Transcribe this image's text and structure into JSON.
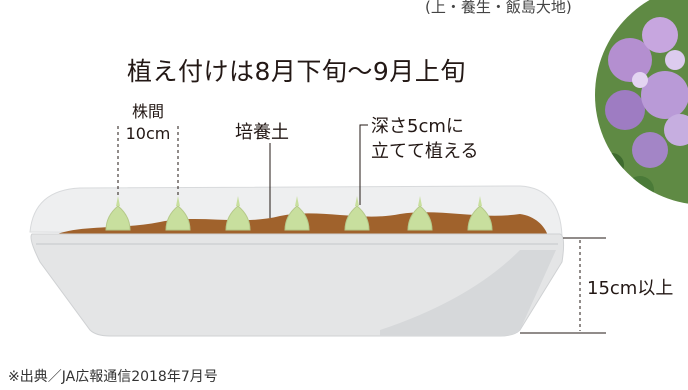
{
  "caption_clipped": "(上・養生・飯島大地)",
  "title": "植え付けは8月下旬～9月上旬",
  "labels": {
    "spacing_line1": "株間",
    "spacing_line2": "10cm",
    "soil": "培養土",
    "depth_line1": "深さ5cmに",
    "depth_line2": "立てて植える",
    "height": "15cm以上"
  },
  "source": "※出典／JA広報通信2018年7月号",
  "colors": {
    "planter": "#e4e5e6",
    "planter_shade": "#d3d5d7",
    "soil": "#a0622c",
    "bulb": "#c8df9e",
    "text": "#231815",
    "flower": "#a88bc9",
    "leaf": "#4e7f3b"
  }
}
